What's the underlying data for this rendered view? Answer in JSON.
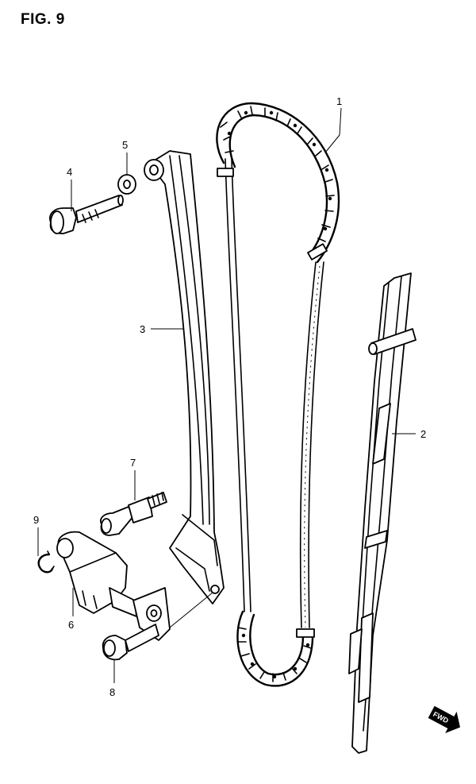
{
  "figure": {
    "title": "FIG. 9"
  },
  "callouts": [
    {
      "id": "1",
      "label": "1"
    },
    {
      "id": "2",
      "label": "2"
    },
    {
      "id": "3",
      "label": "3"
    },
    {
      "id": "4",
      "label": "4"
    },
    {
      "id": "5",
      "label": "5"
    },
    {
      "id": "6",
      "label": "6"
    },
    {
      "id": "7",
      "label": "7"
    },
    {
      "id": "8",
      "label": "8"
    },
    {
      "id": "9",
      "label": "9"
    }
  ],
  "direction_marker": {
    "label": "FWD",
    "icon": "forward-arrow-icon"
  }
}
